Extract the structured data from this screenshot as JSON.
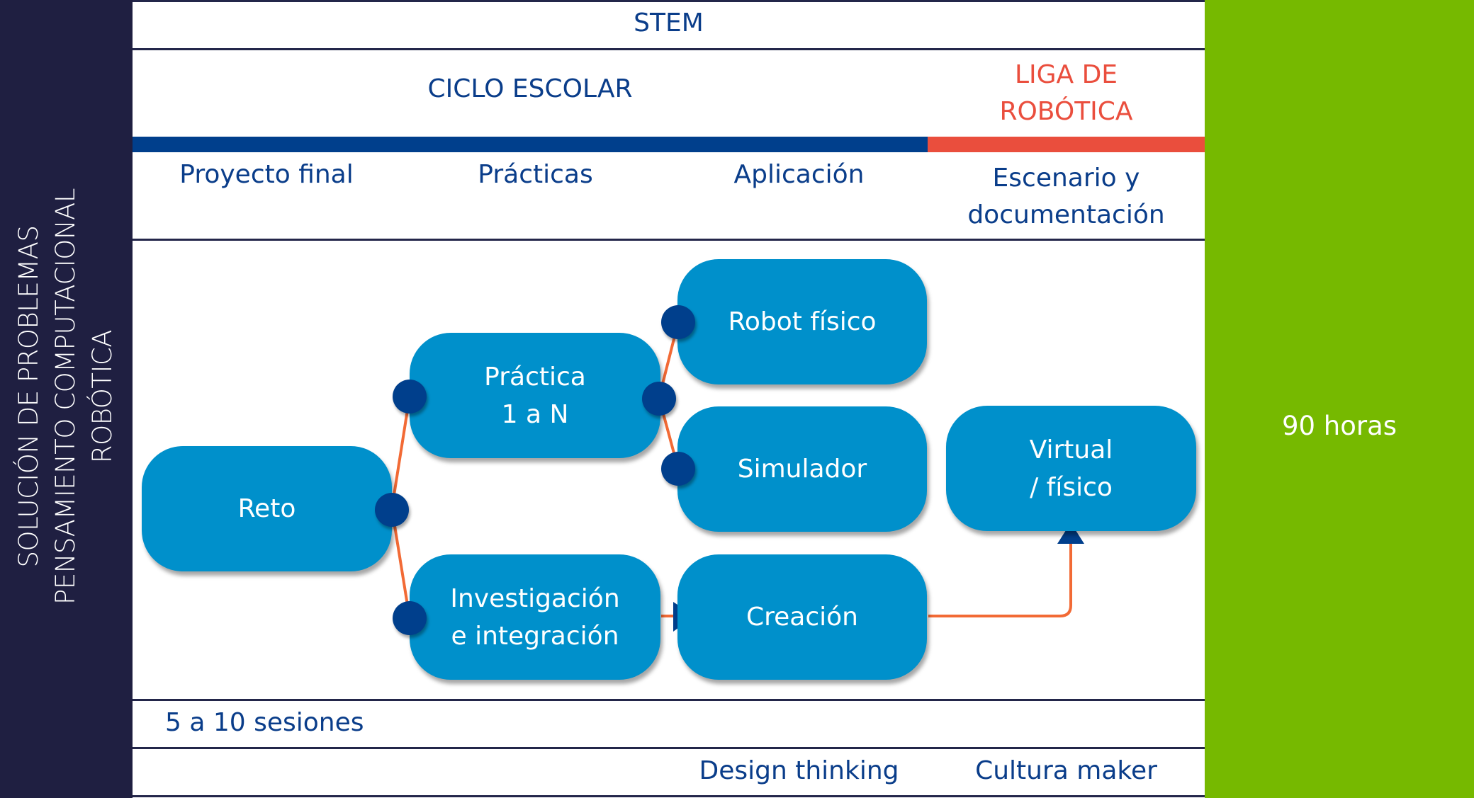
{
  "left_panel": {
    "lines": [
      "SOLUCIÓN DE PROBLEMAS",
      "PENSAMIENTO COMPUTACIONAL",
      "ROBÓTICA"
    ]
  },
  "right_panel": {
    "duration": "90 horas"
  },
  "header": {
    "stem": "STEM",
    "ciclo_escolar": "CICLO ESCOLAR",
    "liga_line1": "LIGA DE",
    "liga_line2": "ROBÓTICA"
  },
  "phases": [
    {
      "label": "Proyecto final"
    },
    {
      "label": "Prácticas"
    },
    {
      "label": "Aplicación"
    },
    {
      "label_line1": "Escenario y",
      "label_line2": "documentación"
    }
  ],
  "nodes": {
    "reto": {
      "label": "Reto"
    },
    "practica": {
      "line1": "Práctica",
      "line2": "1 a N"
    },
    "investigacion": {
      "line1": "Investigación",
      "line2": "e integración"
    },
    "robot_fisico": {
      "label": "Robot físico"
    },
    "simulador": {
      "label": "Simulador"
    },
    "creacion": {
      "label": "Creación"
    },
    "virtual": {
      "line1": "Virtual",
      "line2": "/ físico"
    }
  },
  "footer": {
    "sessions": "5 a 10 sesiones",
    "design_thinking": "Design thinking",
    "cultura_maker": "Cultura maker"
  },
  "colors": {
    "navy": "#1f1f41",
    "blue_text": "#0a3d8a",
    "bar_blue": "#003f8c",
    "bar_red": "#ea4e3d",
    "red_text": "#ea4e3d",
    "node_blue": "#0090cb",
    "connector_orange": "#f26a35",
    "green": "#76b900"
  }
}
